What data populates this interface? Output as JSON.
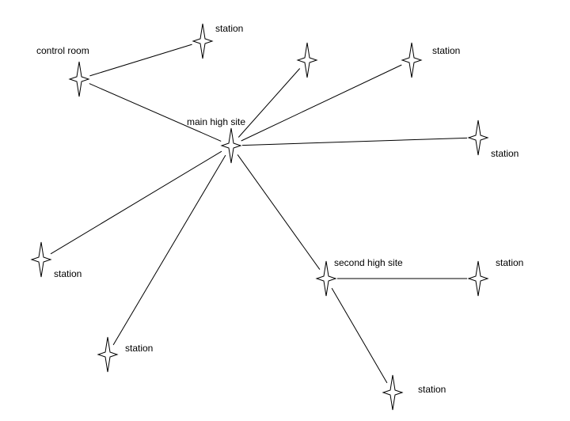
{
  "diagram": {
    "nodes": [
      {
        "id": "control",
        "label": "control room",
        "icon": "four-point-star-icon"
      },
      {
        "id": "main",
        "label": "main high site",
        "icon": "four-point-star-icon"
      },
      {
        "id": "st_top",
        "label": "station",
        "icon": "four-point-star-icon"
      },
      {
        "id": "st_unlabeled",
        "label": "",
        "icon": "four-point-star-icon"
      },
      {
        "id": "st_ne",
        "label": "station",
        "icon": "four-point-star-icon"
      },
      {
        "id": "st_e",
        "label": "station",
        "icon": "four-point-star-icon"
      },
      {
        "id": "st_w",
        "label": "station",
        "icon": "four-point-star-icon"
      },
      {
        "id": "st_sw",
        "label": "station",
        "icon": "four-point-star-icon"
      },
      {
        "id": "second",
        "label": "second high site",
        "icon": "four-point-star-icon"
      },
      {
        "id": "st_se1",
        "label": "station",
        "icon": "four-point-star-icon"
      },
      {
        "id": "st_se2",
        "label": "station",
        "icon": "four-point-star-icon"
      }
    ],
    "edges": [
      {
        "from": "control",
        "to": "st_top"
      },
      {
        "from": "control",
        "to": "main"
      },
      {
        "from": "main",
        "to": "st_unlabeled"
      },
      {
        "from": "main",
        "to": "st_ne"
      },
      {
        "from": "main",
        "to": "st_e"
      },
      {
        "from": "main",
        "to": "st_w"
      },
      {
        "from": "main",
        "to": "st_sw"
      },
      {
        "from": "main",
        "to": "second"
      },
      {
        "from": "second",
        "to": "st_se1"
      },
      {
        "from": "second",
        "to": "st_se2"
      }
    ]
  }
}
